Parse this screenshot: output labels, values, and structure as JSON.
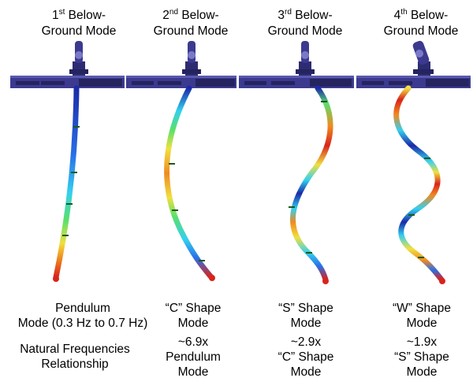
{
  "modes": [
    {
      "title": {
        "num": "1",
        "sup": "st",
        "line1_rest": " Below-",
        "line2": "Ground Mode"
      },
      "caption": [
        "Pendulum",
        "Mode (0.3 Hz to 0.7 Hz)"
      ]
    },
    {
      "title": {
        "num": "2",
        "sup": "nd",
        "line1_rest": " Below-",
        "line2": "Ground Mode"
      },
      "caption": [
        "“C” Shape",
        "Mode"
      ],
      "ratio": [
        "~6.9x",
        "Pendulum",
        "Mode"
      ]
    },
    {
      "title": {
        "num": "3",
        "sup": "rd",
        "line1_rest": " Below-",
        "line2": "Ground Mode"
      },
      "caption": [
        "“S” Shape",
        "Mode"
      ],
      "ratio": [
        "~2.9x",
        "“C” Shape",
        "Mode"
      ]
    },
    {
      "title": {
        "num": "4",
        "sup": "th",
        "line1_rest": " Below-",
        "line2": "Ground Mode"
      },
      "caption": [
        "“W” Shape",
        "Mode"
      ],
      "ratio": [
        "~1.9x",
        "“S” Shape",
        "Mode"
      ]
    }
  ],
  "row_label": [
    "Natural Frequencies",
    "Relationship"
  ],
  "colors": {
    "platform": "#3b3a8f",
    "platform_dark": "#25245e",
    "colormap": [
      "#1b2aa8",
      "#2a6ee8",
      "#33d0f0",
      "#5ae06a",
      "#f0e040",
      "#f08a20",
      "#d8241c"
    ]
  }
}
